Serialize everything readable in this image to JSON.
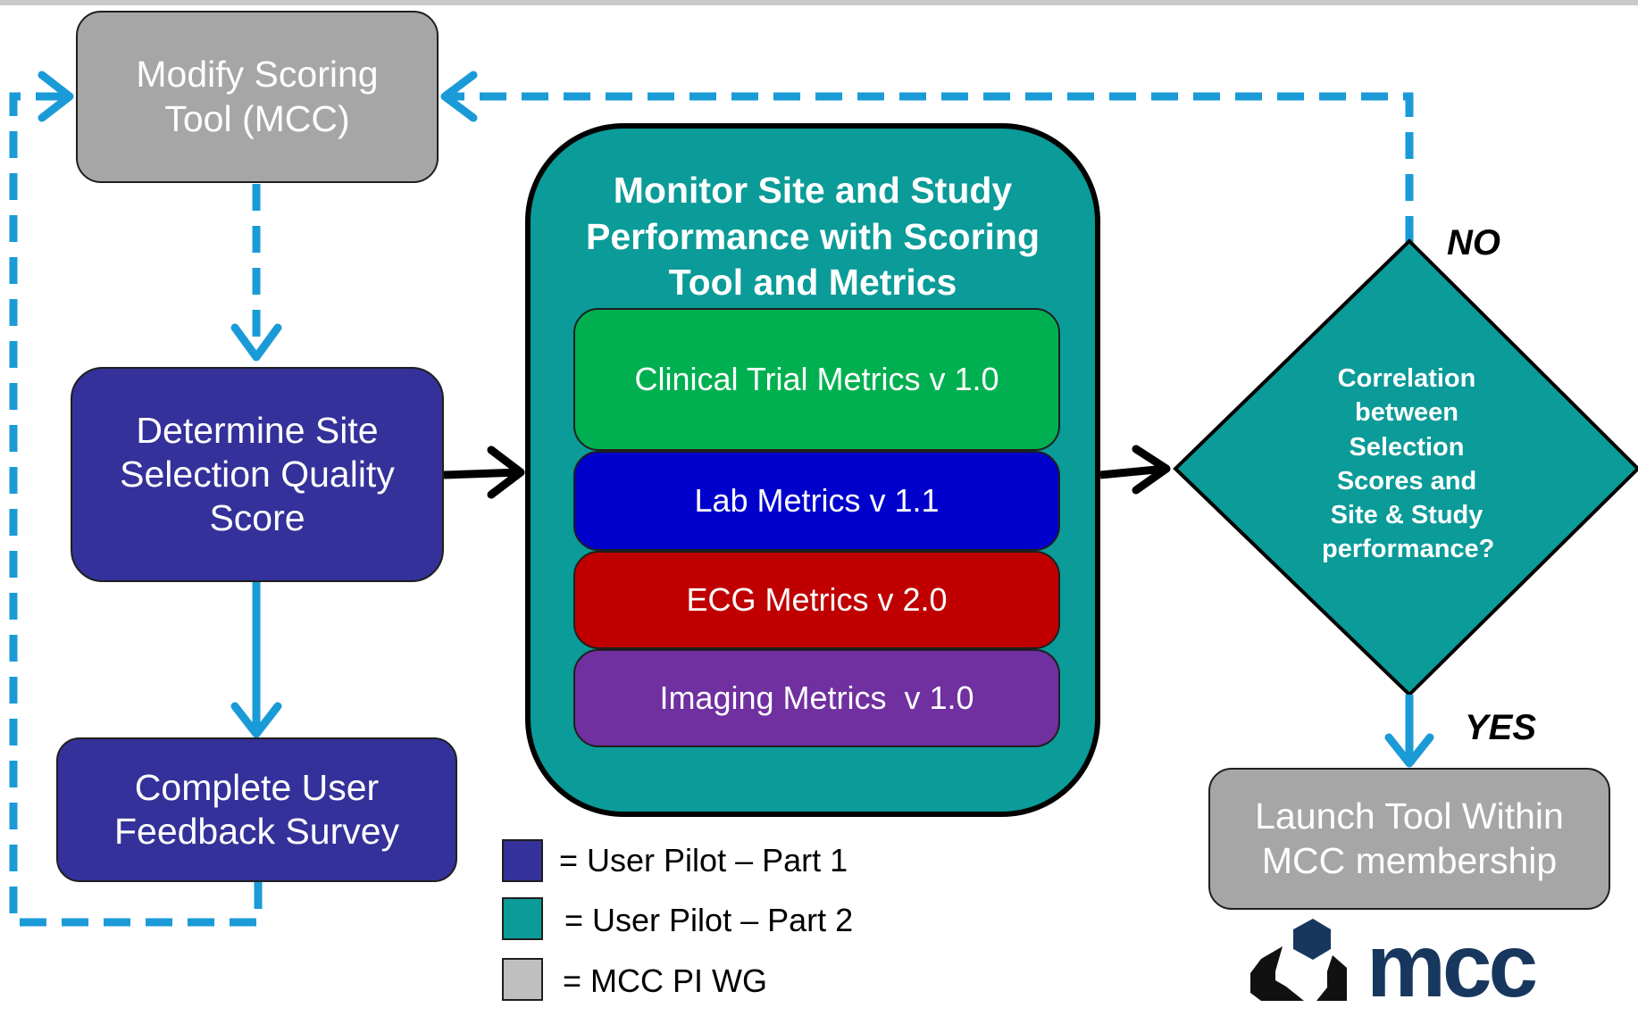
{
  "nodes": {
    "modify": "Modify Scoring Tool (MCC)",
    "determine": "Determine Site Selection Quality Score",
    "survey": "Complete User Feedback Survey",
    "monitor_title": "Monitor Site and Study Performance with Scoring Tool and Metrics",
    "decision": "Correlation between Selection Scores and Site & Study performance?",
    "launch": "Launch Tool Within MCC membership"
  },
  "metrics": [
    {
      "label": "Clinical Trial Metrics v 1.0",
      "color": "#00b050"
    },
    {
      "label": "Lab Metrics v 1.1",
      "color": "#0000cc"
    },
    {
      "label": "ECG Metrics v 2.0",
      "color": "#c00000"
    },
    {
      "label": "Imaging Metrics  v 1.0",
      "color": "#7030a0"
    }
  ],
  "branches": {
    "no": "NO",
    "yes": "YES"
  },
  "legend": [
    {
      "label": "= User Pilot – Part 1",
      "color": "#34319a"
    },
    {
      "label": "= User Pilot – Part 2",
      "color": "#0b9b98"
    },
    {
      "label": "= MCC PI WG",
      "color": "#bfbfbf"
    }
  ],
  "logo": {
    "text": "mcc"
  },
  "colors": {
    "dashed_arrow": "#1a9bd7",
    "solid_arrow": "#000000"
  }
}
